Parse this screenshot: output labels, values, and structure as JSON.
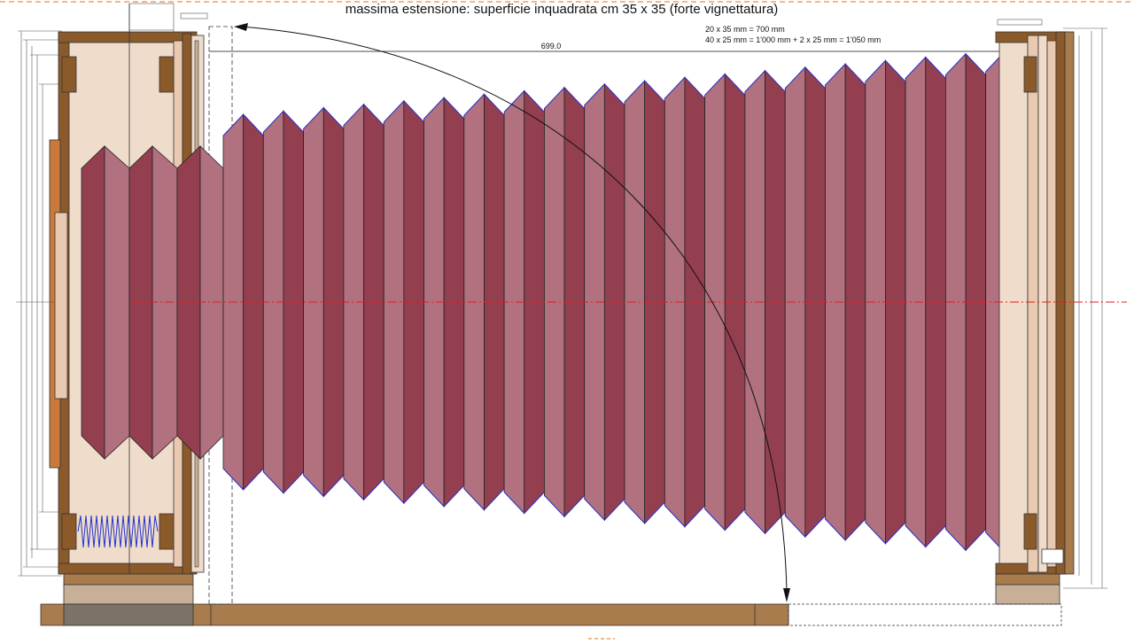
{
  "diagram": {
    "title": "massima estensione: superficie inquadrata cm 35 x 35 (forte vignettatura)",
    "notes": [
      "20 x 35 mm = 700 mm",
      "40 x 25 mm = 1'000 mm + 2 x 25 mm = 1'050 mm"
    ],
    "dimension_label": "699.0",
    "pleat_count": 20
  },
  "colors": {
    "wood": "#8B5A2B",
    "wood_light": "#F0DCCB",
    "wood_pale": "#E9C9B0",
    "rail": "#A97C4E",
    "rail_dark": "#7D7267",
    "base_light": "#C8AF97",
    "bellows_dark": "#933F50",
    "bellows_light": "#B1717F",
    "pleat_edge": "#3333CC",
    "centerline": "#E0201A",
    "dash_orange": "#F0A060",
    "ink": "#111111"
  }
}
